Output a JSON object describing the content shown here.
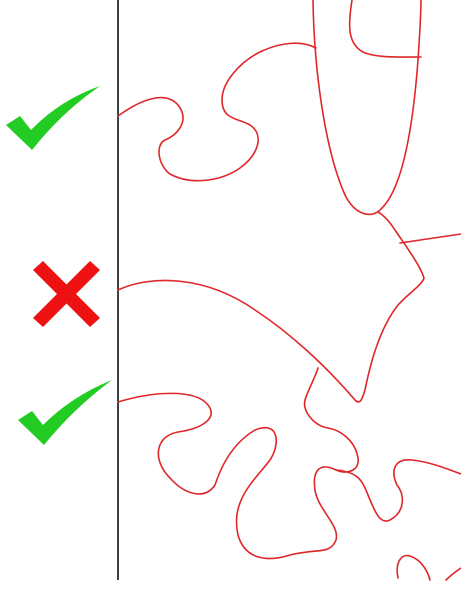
{
  "colors": {
    "background": "#ffffff",
    "divider": "#000000",
    "puzzle_outline": "#e0262a",
    "check": "#22cc22",
    "cross": "#ee1111"
  },
  "markers": [
    {
      "icon": "check-icon",
      "status": "correct"
    },
    {
      "icon": "cross-icon",
      "status": "incorrect"
    },
    {
      "icon": "check-icon",
      "status": "correct"
    }
  ]
}
